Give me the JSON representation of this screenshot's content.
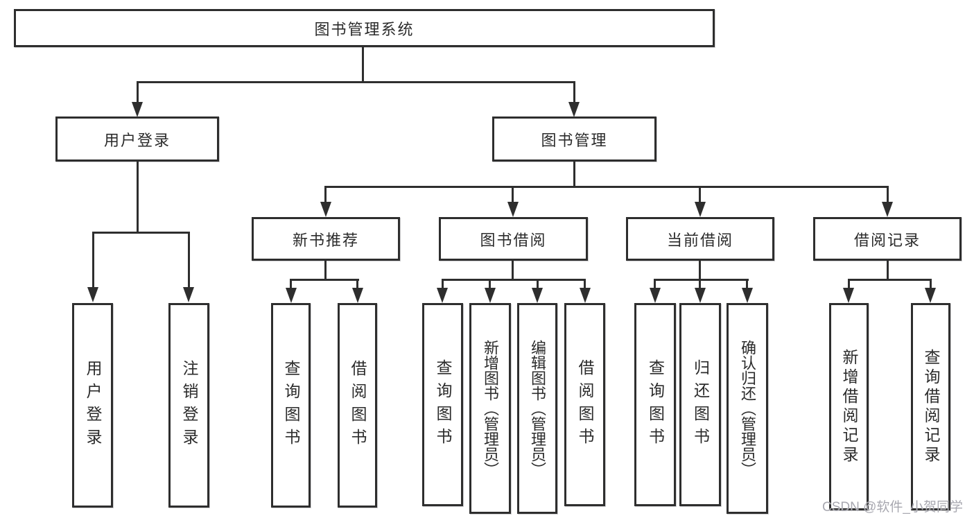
{
  "colors": {
    "line": "#2e2e2e",
    "box_border": "#2e2e2e",
    "box_background": "#ffffff",
    "text": "#2b2b2b",
    "watermark_text": "#a8a8b0",
    "page_background": "#ffffff"
  },
  "root": {
    "label": "图书管理系统"
  },
  "branches": [
    {
      "label": "用户登录",
      "children": [
        {
          "label": "用户登录"
        },
        {
          "label": "注销登录"
        }
      ]
    },
    {
      "label": "图书管理",
      "children": [
        {
          "label": "新书推荐",
          "children": [
            {
              "label": "查询图书"
            },
            {
              "label": "借阅图书"
            }
          ]
        },
        {
          "label": "图书借阅",
          "children": [
            {
              "label": "查询图书"
            },
            {
              "label": "新增图书（管理员）"
            },
            {
              "label": "编辑图书（管理员）"
            },
            {
              "label": "借阅图书"
            }
          ]
        },
        {
          "label": "当前借阅",
          "children": [
            {
              "label": "查询图书"
            },
            {
              "label": "归还图书"
            },
            {
              "label": "确认归还（管理员）"
            }
          ]
        },
        {
          "label": "借阅记录",
          "children": [
            {
              "label": "新增借阅记录"
            },
            {
              "label": "查询借阅记录"
            }
          ]
        }
      ]
    }
  ],
  "watermark": {
    "text": "CSDN @软件_小贺同学"
  }
}
